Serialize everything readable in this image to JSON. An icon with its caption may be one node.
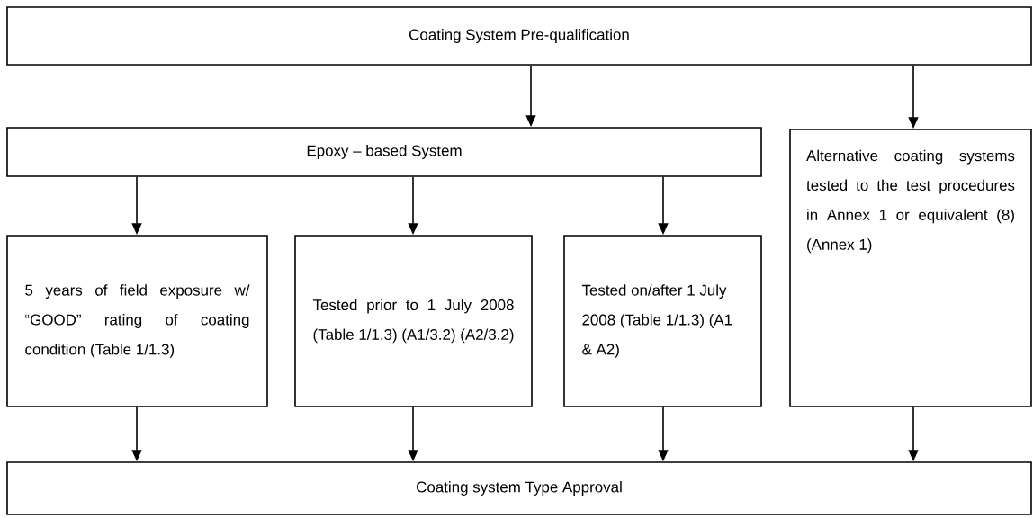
{
  "diagram": {
    "nodes": [
      {
        "text": [
          "Coating System Pre-qualification"
        ]
      },
      {
        "text": [
          "Epoxy – based System"
        ]
      },
      {
        "text": [
          "Alternative coating systems tested to the test procedures in Annex 1 or equivalent (8) (Annex 1)"
        ]
      },
      {
        "text": [
          "5 years of field exposure w/ “GOOD” rating of coating condition (Table 1/1.3)"
        ]
      },
      {
        "text": [
          "Tested prior to 1 July 2008 (Table 1/1.3) (A1/3.2) (A2/3.2)"
        ]
      },
      {
        "text": [
          "Tested on/after 1 July 2008 (Table 1/1.3) (A1 & A2)"
        ]
      },
      {
        "text": [
          "Coating system Type Approval"
        ]
      }
    ],
    "edges": [
      {
        "from": 0,
        "to": 1,
        "arrow": "to"
      },
      {
        "from": 0,
        "to": 2,
        "arrow": "to"
      },
      {
        "from": 1,
        "to": 3,
        "arrow": "to"
      },
      {
        "from": 1,
        "to": 4,
        "arrow": "to"
      },
      {
        "from": 1,
        "to": 5,
        "arrow": "to"
      },
      {
        "from": 3,
        "to": 6,
        "arrow": "to"
      },
      {
        "from": 4,
        "to": 6,
        "arrow": "to"
      },
      {
        "from": 5,
        "to": 6,
        "arrow": "to"
      },
      {
        "from": 2,
        "to": 6,
        "arrow": "to"
      }
    ]
  }
}
